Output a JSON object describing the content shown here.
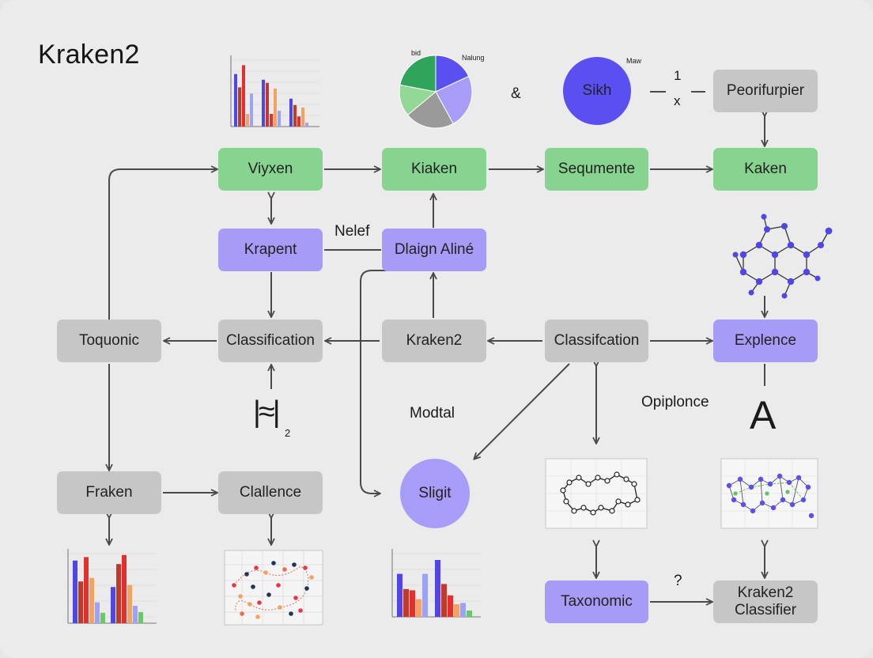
{
  "title": "Kraken2",
  "nodes": {
    "vixen": "Viyxen",
    "kiaken": "Kiaken",
    "sequmente": "Sequmente",
    "kaken": "Kaken",
    "peorifurpier": "Peorifurpier",
    "krapent": "Krapent",
    "dlaign": "Dlaign Aliné",
    "toquonic": "Toquonic",
    "classification": "Classification",
    "kraken2": "Kraken2",
    "classifcation": "Classifcation",
    "explence": "Explence",
    "fraken": "Fraken",
    "clallence": "Clallence",
    "taxonomic": "Taxonomic",
    "kraken2_classifier_1": "Kraken2",
    "kraken2_classifier_2": "Classifier"
  },
  "circles": {
    "sikh": "Sikh",
    "sligit": "Sligit"
  },
  "labels": {
    "ampersand": "&",
    "one": "1",
    "x": "x",
    "nelef": "Nelef",
    "modtal": "Modtal",
    "opiplonce": "Opiplonce",
    "big_a": "A",
    "question": "?",
    "formula": "|≈|",
    "sub2": "2"
  },
  "tiny_labels": {
    "pie_left": "bid",
    "pie_right": "Nalung",
    "sikh_top": "Maw"
  },
  "colors": {
    "green": "#86d48f",
    "purple": "#a69cf7",
    "gray": "#c6c6c6",
    "blue_circle": "#5a4ff0",
    "light_purple_circle": "#a79cf8",
    "arrow": "#4a4a4a"
  },
  "mini_bars_top": {
    "groups": [
      [
        0.83,
        0.62,
        0.97,
        0.2,
        0.52
      ],
      [
        0.74,
        0.69,
        0.2,
        0.6,
        0.25
      ],
      [
        0.44,
        0.34,
        0.16,
        0.3,
        0.06
      ]
    ]
  },
  "mini_bars_bottom_left": {
    "groups": [
      [
        0.9,
        0.6,
        0.95,
        0.65,
        0.3,
        0.15
      ],
      [
        0.52,
        0.85,
        0.98,
        0.55,
        0.25,
        0.16
      ]
    ]
  },
  "mini_bars_bottom_mid": {
    "groups": [
      [
        0.68,
        0.44,
        0.42,
        0.28,
        0.68
      ],
      [
        0.9,
        0.52,
        0.34,
        0.2,
        0.22,
        0.1
      ]
    ]
  },
  "pie": {
    "slices": [
      0.18,
      0.24,
      0.22,
      0.14,
      0.22
    ]
  }
}
